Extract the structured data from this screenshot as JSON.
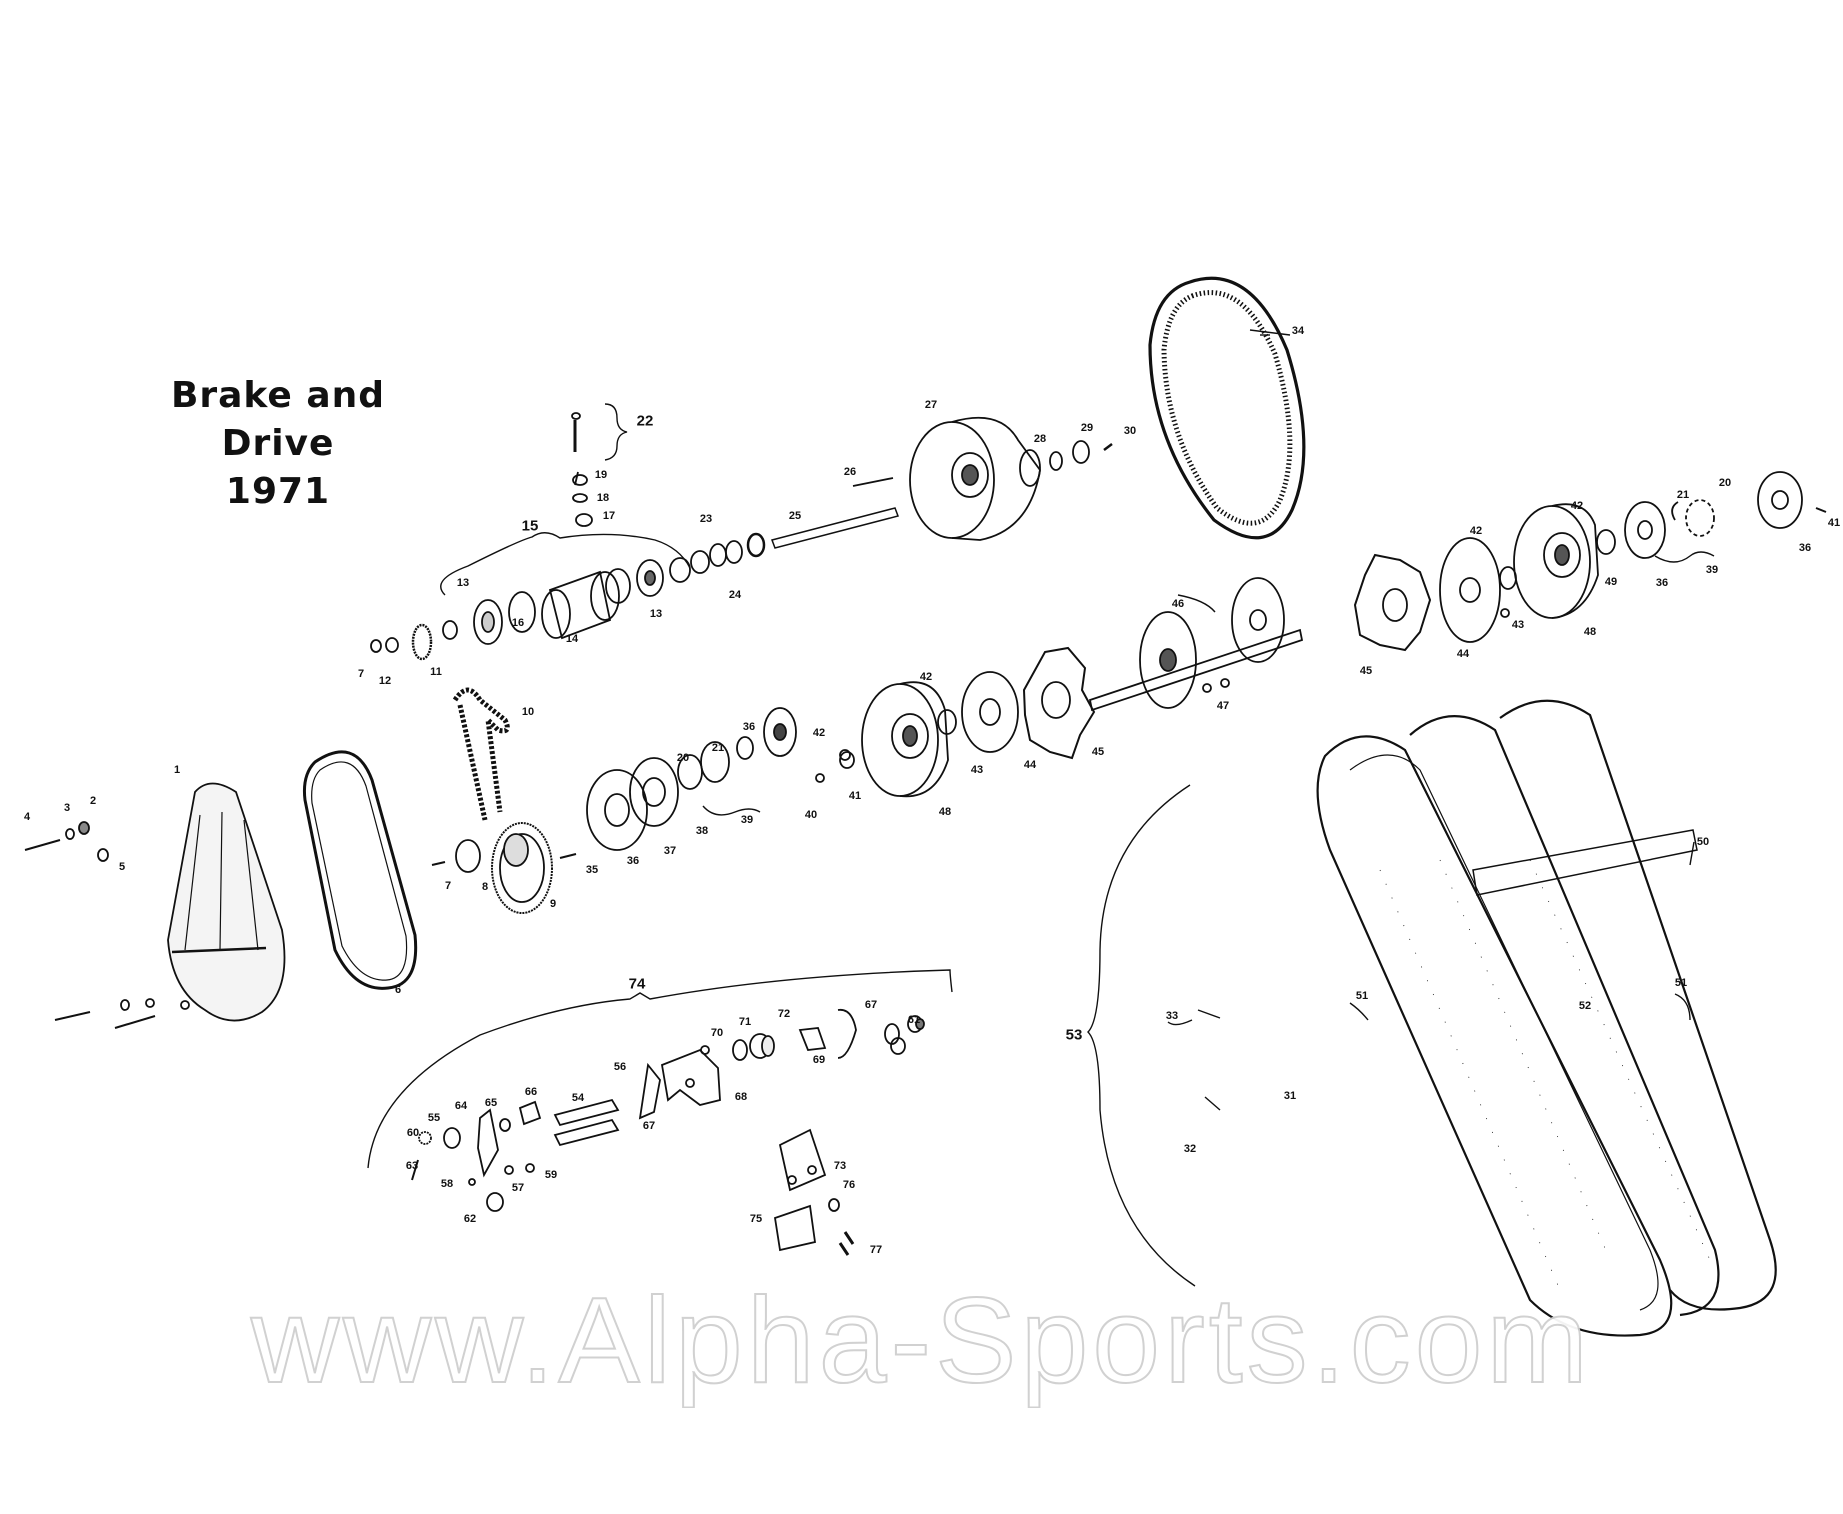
{
  "title": {
    "line1": "Brake and Drive",
    "line2": "1971"
  },
  "watermark": "www.Alpha-Sports.com",
  "colors": {
    "ink": "#111111",
    "paper": "#ffffff",
    "watermark_outline": "#cfcfcf"
  },
  "callouts": [
    {
      "id": "c1",
      "label": "1"
    },
    {
      "id": "c2",
      "label": "2"
    },
    {
      "id": "c3",
      "label": "3"
    },
    {
      "id": "c4",
      "label": "4"
    },
    {
      "id": "c5",
      "label": "5"
    },
    {
      "id": "c6",
      "label": "6"
    },
    {
      "id": "c7a",
      "label": "7"
    },
    {
      "id": "c7b",
      "label": "7"
    },
    {
      "id": "c8",
      "label": "8"
    },
    {
      "id": "c9",
      "label": "9"
    },
    {
      "id": "c10",
      "label": "10"
    },
    {
      "id": "c11",
      "label": "11"
    },
    {
      "id": "c12",
      "label": "12"
    },
    {
      "id": "c13a",
      "label": "13"
    },
    {
      "id": "c13b",
      "label": "13"
    },
    {
      "id": "c14",
      "label": "14"
    },
    {
      "id": "c15",
      "label": "15"
    },
    {
      "id": "c16",
      "label": "16"
    },
    {
      "id": "c17",
      "label": "17"
    },
    {
      "id": "c18",
      "label": "18"
    },
    {
      "id": "c19",
      "label": "19"
    },
    {
      "id": "c20a",
      "label": "20"
    },
    {
      "id": "c20b",
      "label": "20"
    },
    {
      "id": "c21a",
      "label": "21"
    },
    {
      "id": "c21b",
      "label": "21"
    },
    {
      "id": "c22",
      "label": "22"
    },
    {
      "id": "c23",
      "label": "23"
    },
    {
      "id": "c24",
      "label": "24"
    },
    {
      "id": "c25",
      "label": "25"
    },
    {
      "id": "c26",
      "label": "26"
    },
    {
      "id": "c27",
      "label": "27"
    },
    {
      "id": "c28",
      "label": "28"
    },
    {
      "id": "c29",
      "label": "29"
    },
    {
      "id": "c30",
      "label": "30"
    },
    {
      "id": "c31",
      "label": "31"
    },
    {
      "id": "c32",
      "label": "32"
    },
    {
      "id": "c33",
      "label": "33"
    },
    {
      "id": "c34",
      "label": "34"
    },
    {
      "id": "c35",
      "label": "35"
    },
    {
      "id": "c36a",
      "label": "36"
    },
    {
      "id": "c36b",
      "label": "36"
    },
    {
      "id": "c36c",
      "label": "36"
    },
    {
      "id": "c36d",
      "label": "36"
    },
    {
      "id": "c37",
      "label": "37"
    },
    {
      "id": "c38",
      "label": "38"
    },
    {
      "id": "c39a",
      "label": "39"
    },
    {
      "id": "c39b",
      "label": "39"
    },
    {
      "id": "c40",
      "label": "40"
    },
    {
      "id": "c41a",
      "label": "41"
    },
    {
      "id": "c41b",
      "label": "41"
    },
    {
      "id": "c42a",
      "label": "42"
    },
    {
      "id": "c42b",
      "label": "42"
    },
    {
      "id": "c42c",
      "label": "42"
    },
    {
      "id": "c42d",
      "label": "42"
    },
    {
      "id": "c43a",
      "label": "43"
    },
    {
      "id": "c43b",
      "label": "43"
    },
    {
      "id": "c44a",
      "label": "44"
    },
    {
      "id": "c44b",
      "label": "44"
    },
    {
      "id": "c45a",
      "label": "45"
    },
    {
      "id": "c45b",
      "label": "45"
    },
    {
      "id": "c46",
      "label": "46"
    },
    {
      "id": "c47",
      "label": "47"
    },
    {
      "id": "c48a",
      "label": "48"
    },
    {
      "id": "c48b",
      "label": "48"
    },
    {
      "id": "c49",
      "label": "49"
    },
    {
      "id": "c50",
      "label": "50"
    },
    {
      "id": "c51a",
      "label": "51"
    },
    {
      "id": "c51b",
      "label": "51"
    },
    {
      "id": "c52",
      "label": "52"
    },
    {
      "id": "c53",
      "label": "53"
    },
    {
      "id": "c54",
      "label": "54"
    },
    {
      "id": "c55",
      "label": "55"
    },
    {
      "id": "c56",
      "label": "56"
    },
    {
      "id": "c57",
      "label": "57"
    },
    {
      "id": "c58",
      "label": "58"
    },
    {
      "id": "c59",
      "label": "59"
    },
    {
      "id": "c60",
      "label": "60"
    },
    {
      "id": "c61",
      "label": "61"
    },
    {
      "id": "c62",
      "label": "62"
    },
    {
      "id": "c63",
      "label": "63"
    },
    {
      "id": "c64",
      "label": "64"
    },
    {
      "id": "c65",
      "label": "65"
    },
    {
      "id": "c66",
      "label": "66"
    },
    {
      "id": "c67a",
      "label": "67"
    },
    {
      "id": "c67b",
      "label": "67"
    },
    {
      "id": "c68",
      "label": "68"
    },
    {
      "id": "c69",
      "label": "69"
    },
    {
      "id": "c70",
      "label": "70"
    },
    {
      "id": "c71",
      "label": "71"
    },
    {
      "id": "c72",
      "label": "72"
    },
    {
      "id": "c73",
      "label": "73"
    },
    {
      "id": "c74",
      "label": "74"
    },
    {
      "id": "c75",
      "label": "75"
    },
    {
      "id": "c76",
      "label": "76"
    },
    {
      "id": "c77",
      "label": "77"
    }
  ]
}
